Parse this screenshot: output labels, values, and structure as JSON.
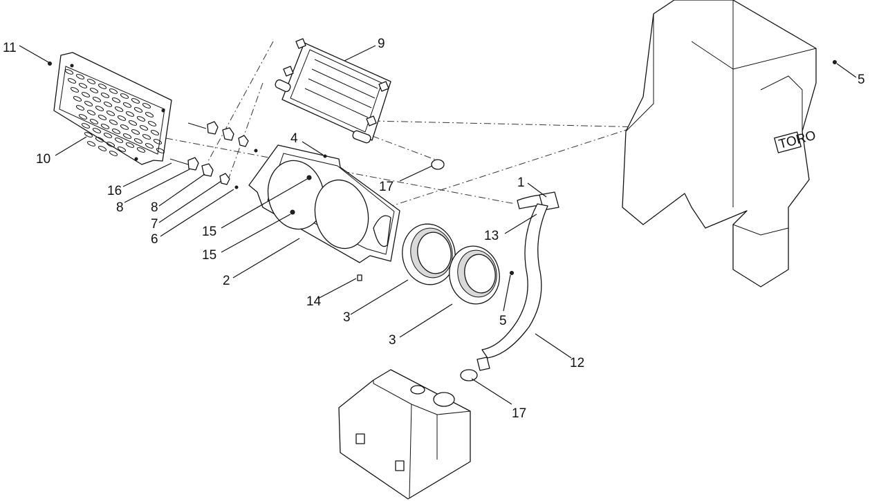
{
  "callouts": [
    {
      "id": "c11",
      "label": "11"
    },
    {
      "id": "c9",
      "label": "9"
    },
    {
      "id": "c5a",
      "label": "5"
    },
    {
      "id": "c10",
      "label": "10"
    },
    {
      "id": "c4",
      "label": "4"
    },
    {
      "id": "c17a",
      "label": "17"
    },
    {
      "id": "c1",
      "label": "1"
    },
    {
      "id": "c16",
      "label": "16"
    },
    {
      "id": "c8a",
      "label": "8"
    },
    {
      "id": "c8b",
      "label": "8"
    },
    {
      "id": "c7",
      "label": "7"
    },
    {
      "id": "c6",
      "label": "6"
    },
    {
      "id": "c15a",
      "label": "15"
    },
    {
      "id": "c13",
      "label": "13"
    },
    {
      "id": "c15b",
      "label": "15"
    },
    {
      "id": "c2",
      "label": "2"
    },
    {
      "id": "c14",
      "label": "14"
    },
    {
      "id": "c3a",
      "label": "3"
    },
    {
      "id": "c5b",
      "label": "5"
    },
    {
      "id": "c3b",
      "label": "3"
    },
    {
      "id": "c12",
      "label": "12"
    },
    {
      "id": "c17b",
      "label": "17"
    }
  ],
  "frame_logo_text": "TORO"
}
